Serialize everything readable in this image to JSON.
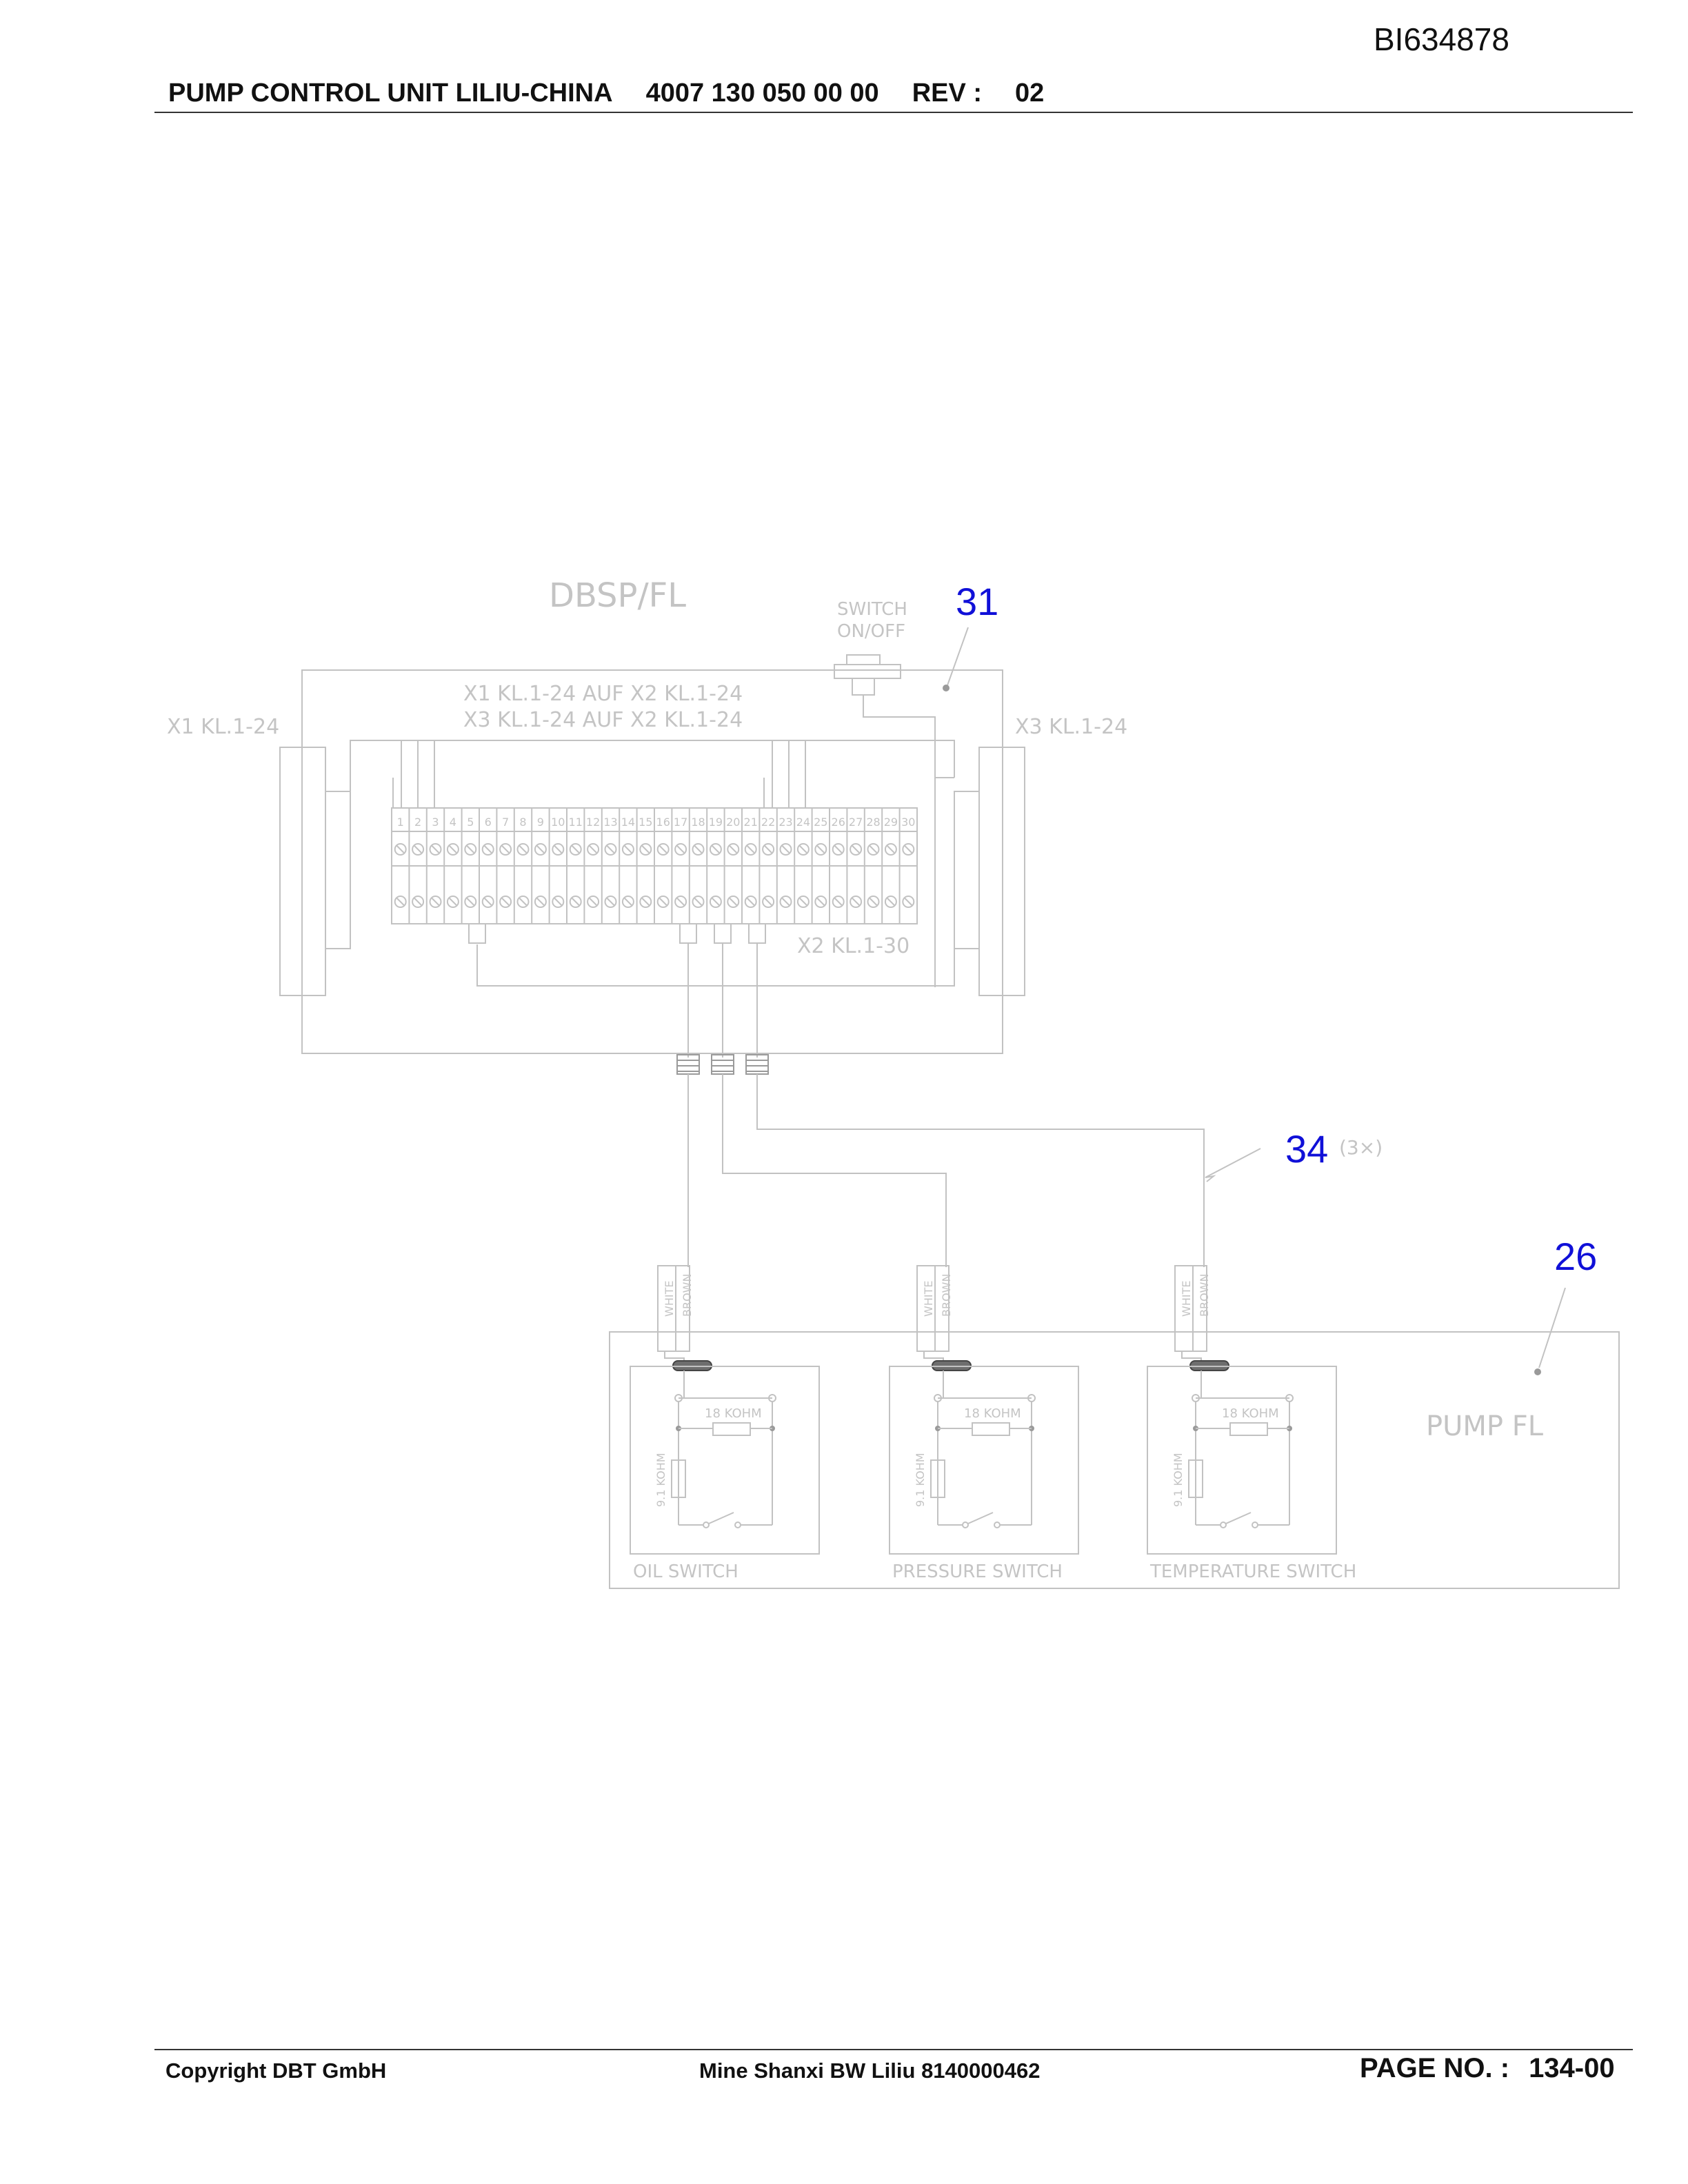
{
  "document": {
    "id": "BI634878",
    "header": {
      "title": "PUMP CONTROL UNIT LILIU-CHINA",
      "part_number": "4007 130 050 00 00",
      "rev_label": "REV :",
      "rev_value": "02"
    },
    "footer": {
      "copyright": "Copyright DBT GmbH",
      "mine": "Mine Shanxi BW Liliu 8140000462",
      "page_label": "PAGE NO. :",
      "page_value": "134-00"
    }
  },
  "diagram": {
    "unit_title": "DBSP/FL",
    "switch_label_1": "SWITCH",
    "switch_label_2": "ON/OFF",
    "x1_label": "X1 KL.1-24",
    "x3_label": "X3 KL.1-24",
    "routing_1": "X1 KL.1-24 AUF X2 KL.1-24",
    "routing_2": "X3 KL.1-24 AUF X2 KL.1-24",
    "x2_label": "X2 KL.1-30",
    "terminal_numbers": [
      "1",
      "2",
      "3",
      "4",
      "5",
      "6",
      "7",
      "8",
      "9",
      "10",
      "11",
      "12",
      "13",
      "14",
      "15",
      "16",
      "17",
      "18",
      "19",
      "20",
      "21",
      "22",
      "23",
      "24",
      "25",
      "26",
      "27",
      "28",
      "29",
      "30"
    ],
    "callouts": {
      "switch_ref": "31",
      "cable_ref": "34",
      "cable_qty": "(3×)",
      "pump_ref": "26"
    },
    "pump_label": "PUMP FL",
    "wire_white": "WHITE",
    "wire_brown": "BROWN",
    "resistor_series": "18 KOHM",
    "resistor_parallel": "9.1 KOHM",
    "switches": [
      "OIL SWITCH",
      "PRESSURE SWITCH",
      "TEMPERATURE SWITCH"
    ],
    "colors": {
      "line": "#c2c2c2",
      "callout": "#1010d8",
      "connector": "#707070"
    }
  }
}
